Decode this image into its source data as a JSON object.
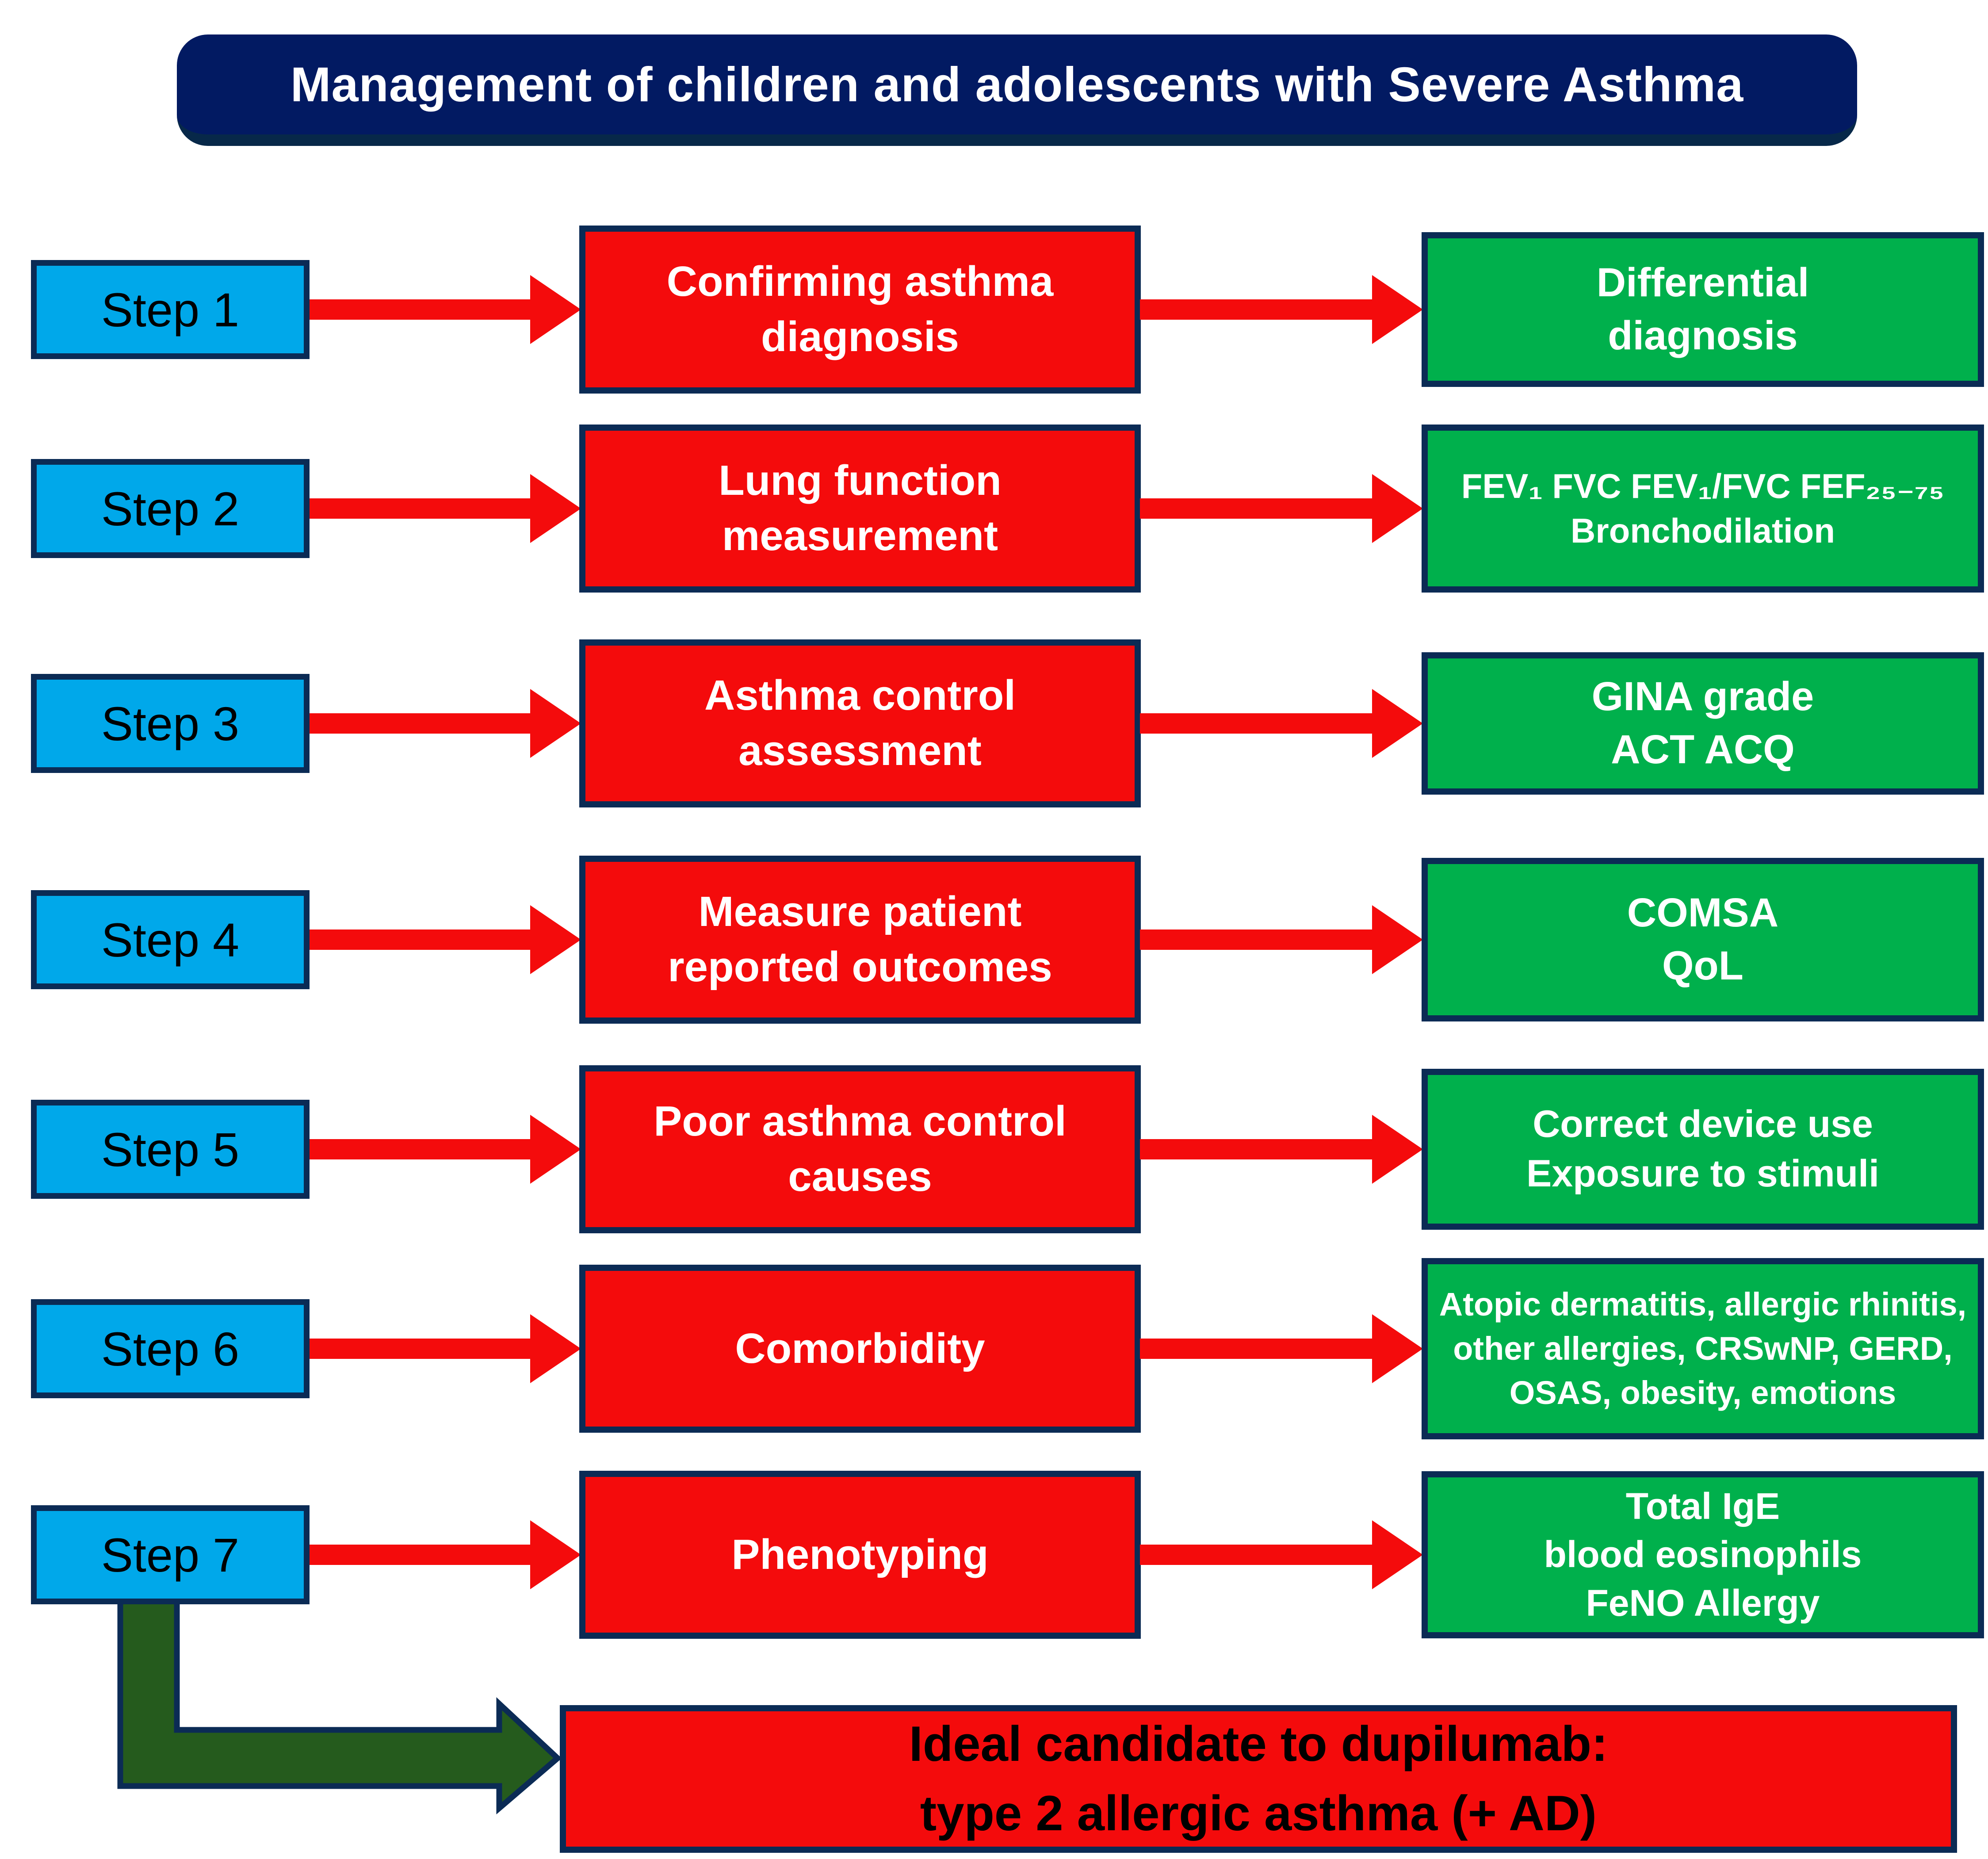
{
  "title": "Management of children and adolescents with Severe Asthma",
  "steps": [
    {
      "label": "Step 1",
      "action": "Confirming asthma\ndiagnosis",
      "result": "Differential\ndiagnosis"
    },
    {
      "label": "Step 2",
      "action": "Lung function\nmeasurement",
      "result": "FEV₁ FVC FEV₁/FVC FEF₂₅₋₇₅\nBronchodilation"
    },
    {
      "label": "Step 3",
      "action": "Asthma control\nassessment",
      "result": "GINA grade\nACT ACQ"
    },
    {
      "label": "Step 4",
      "action": "Measure patient\nreported outcomes",
      "result": "COMSA\nQoL"
    },
    {
      "label": "Step 5",
      "action": "Poor asthma control\ncauses",
      "result": "Correct device use\nExposure to stimuli"
    },
    {
      "label": "Step 6",
      "action": "Comorbidity",
      "result": "Atopic dermatitis, allergic rhinitis, other allergies, CRSwNP, GERD, OSAS, obesity, emotions"
    },
    {
      "label": "Step 7",
      "action": "Phenotyping",
      "result": "Total IgE\nblood eosinophils\nFeNO Allergy"
    }
  ],
  "conclusion": "Ideal candidate to dupilumab:\ntype 2 allergic asthma (+ AD)",
  "colors": {
    "banner_navy": "#021a62",
    "banner_edge": "#072849",
    "box_border_navy": "#0b2b55",
    "step_blue": "#00a8ea",
    "action_red": "#f40b0c",
    "arrow_red": "#f40b0c",
    "result_green": "#00b04c",
    "elbow_arrow_green": "#255b1d"
  }
}
